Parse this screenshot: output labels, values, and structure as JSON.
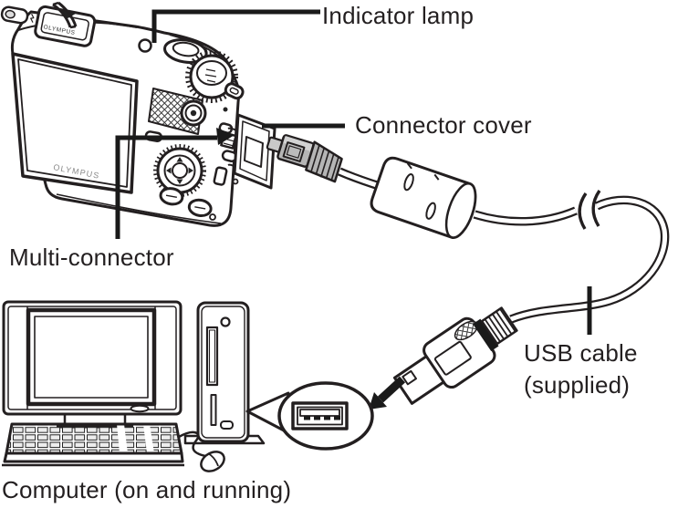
{
  "figure": {
    "labels": {
      "indicator_lamp": "Indicator lamp",
      "connector_cover": "Connector cover",
      "multi_connector": "Multi-connector",
      "usb_cable": {
        "line1": "USB cable",
        "line2": "(supplied)"
      },
      "computer": "Computer (on and running)"
    },
    "camera_brand": "OLYMPUS",
    "colors": {
      "line_art": "#231f20",
      "plug_gray": "#b5b5b5",
      "background": "#ffffff"
    }
  }
}
